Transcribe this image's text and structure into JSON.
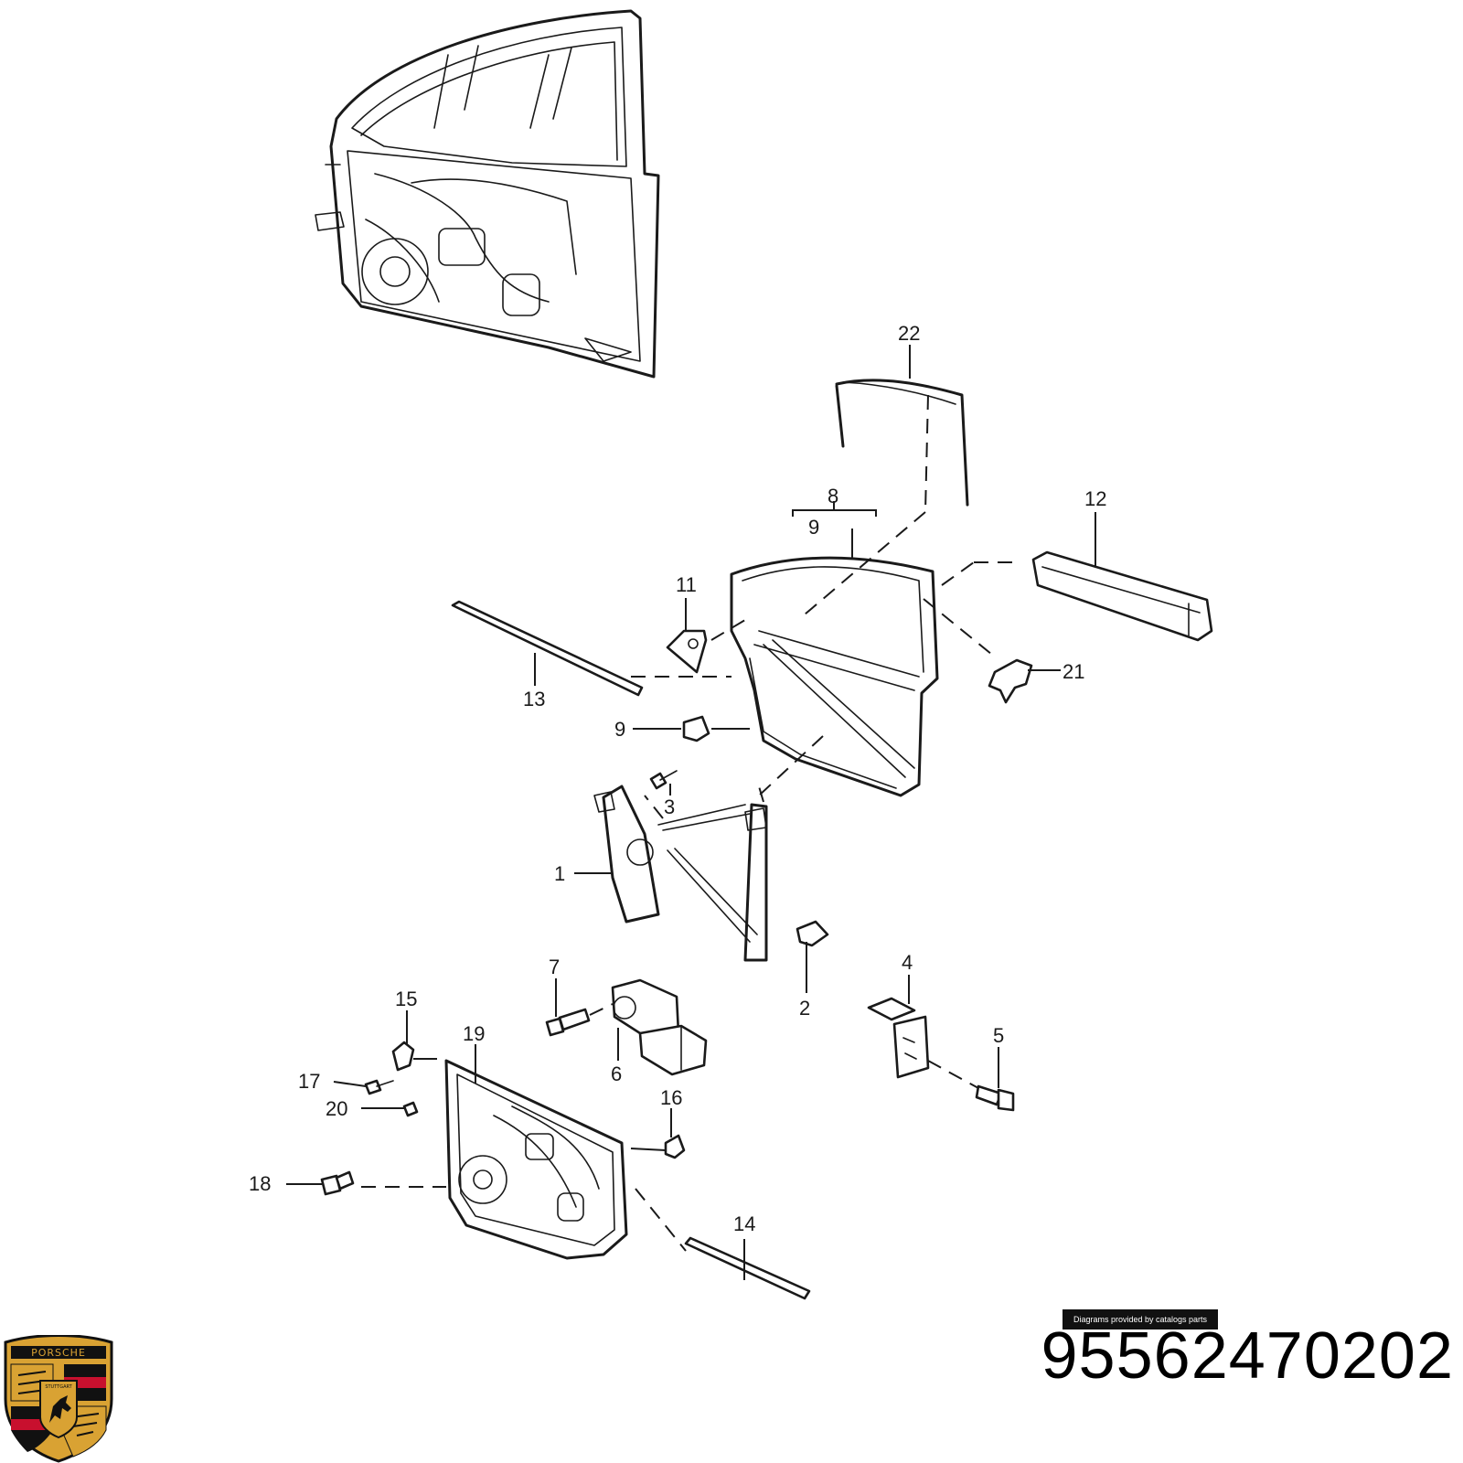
{
  "diagram": {
    "callouts": [
      "22",
      "8",
      "9",
      "12",
      "11",
      "21",
      "13",
      "9",
      "3",
      "1",
      "2",
      "4",
      "7",
      "15",
      "19",
      "6",
      "5",
      "17",
      "20",
      "16",
      "18",
      "14"
    ]
  },
  "footer": {
    "part_number": "95562470202",
    "credit": "Diagrams provided by catalogs parts"
  },
  "logo": {
    "brand_text": "PORSCHE",
    "city_text": "STUTTGART",
    "colors": {
      "gold": "#d9a233",
      "red": "#c8102e",
      "black": "#111111"
    }
  }
}
